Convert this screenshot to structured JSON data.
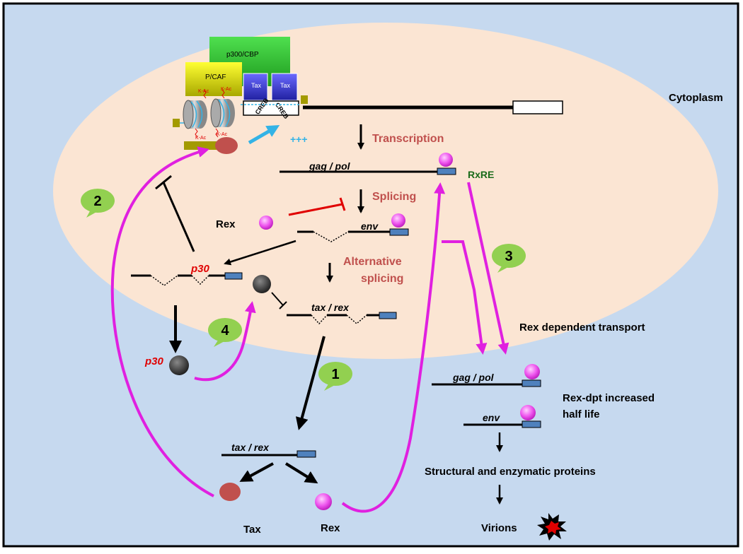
{
  "labels": {
    "cytoplasm": "Cytoplasm",
    "transcription": "Transcription",
    "splicing": "Splicing",
    "alt_splicing_1": "Alternative",
    "alt_splicing_2": "splicing",
    "rxre": "RxRE",
    "plus": "+++",
    "rex_nucleus": "Rex",
    "rex_dependent_transport": "Rex dependent transport",
    "rex_dpt_1": "Rex-dpt increased",
    "rex_dpt_2": "half life",
    "structural_proteins": "Structural and enzymatic proteins",
    "virions": "Virions",
    "tax_bottom": "Tax",
    "rex_bottom": "Rex"
  },
  "transcripts": {
    "gag_pol": "gag / pol",
    "env": "env",
    "p30": "p30",
    "tax_rex": "tax / rex"
  },
  "complex": {
    "p300": "p300/CBP",
    "pcaf": "P/CAF",
    "tax": "Tax",
    "creb": "CREB",
    "kac": "K-Ac"
  },
  "steps": [
    "1",
    "2",
    "3",
    "4"
  ],
  "colors": {
    "background": "#c6d9ef",
    "nucleus": "#fbe5d3",
    "magenta": "#e020e0",
    "transcript_label": "#c0504d",
    "rxre": "#1a6b1a",
    "p30": "#e00000",
    "step_bubble": "#92d050",
    "exon_box": "#4f81bd",
    "tax_protein": "#c0504d",
    "cyan_arrow": "#33b3e6"
  }
}
